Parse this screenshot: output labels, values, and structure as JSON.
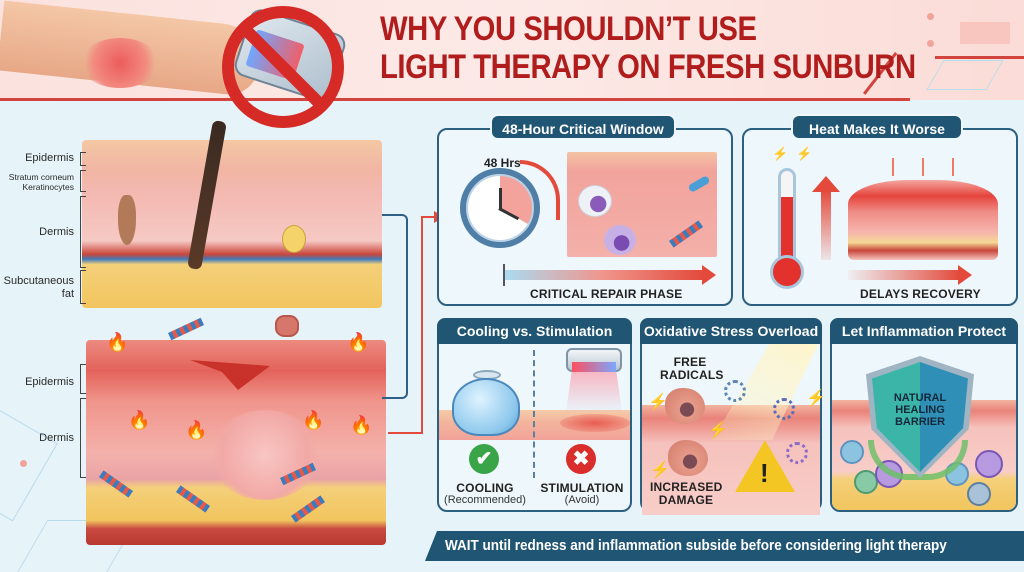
{
  "header": {
    "title_line1": "WHY YOU SHOULDN’T USE",
    "title_line2": "LIGHT THERAPY ON FRESH SUNBURN",
    "accent_color": "#b01d1c",
    "hero_icon": "no-sign-icon"
  },
  "healthy_skin": {
    "labels": [
      {
        "label": "Epidermis"
      },
      {
        "label": "Stratum corneum"
      },
      {
        "label": "Keratinocytes"
      },
      {
        "label": "Dermis"
      },
      {
        "label": "Subcutaneous"
      },
      {
        "label": "fat"
      }
    ]
  },
  "burned_skin": {
    "labels": [
      {
        "label": "Epidermis"
      },
      {
        "label": "Dermis"
      }
    ],
    "icons": [
      "flame-icon",
      "dna-icon",
      "blister-icon"
    ]
  },
  "panels": {
    "critical_window": {
      "title": "48-Hour Critical Window",
      "clock_label": "48 Hrs",
      "caption": "CRITICAL REPAIR PHASE"
    },
    "heat": {
      "title": "Heat Makes It Worse",
      "caption": "DELAYS RECOVERY"
    },
    "cooling": {
      "title": "Cooling vs. Stimulation",
      "left": {
        "label": "COOLING",
        "sub": "(Recommended)",
        "icon": "check-icon",
        "color": "#3aa548"
      },
      "right": {
        "label": "STIMULATION",
        "sub": "(Avoid)",
        "icon": "cross-icon",
        "color": "#d92e2b"
      }
    },
    "oxidative": {
      "title": "Oxidative Stress Overload",
      "label_top_1": "FREE",
      "label_top_2": "RADICALS",
      "label_bottom_1": "INCREASED",
      "label_bottom_2": "DAMAGE",
      "warning_icon": "warning-icon"
    },
    "protect": {
      "title": "Let Inflammation Protect",
      "shield_line1": "NATURAL",
      "shield_line2": "HEALING",
      "shield_line3": "BARRIER"
    }
  },
  "banner": {
    "text": "WAIT until redness and inflammation subside before considering light therapy",
    "color": "#205574"
  },
  "glyphs": {
    "check": "✔",
    "cross": "✖",
    "flame": "🔥",
    "bolt": "⚡",
    "exclaim": "!",
    "dna": "⌇"
  }
}
